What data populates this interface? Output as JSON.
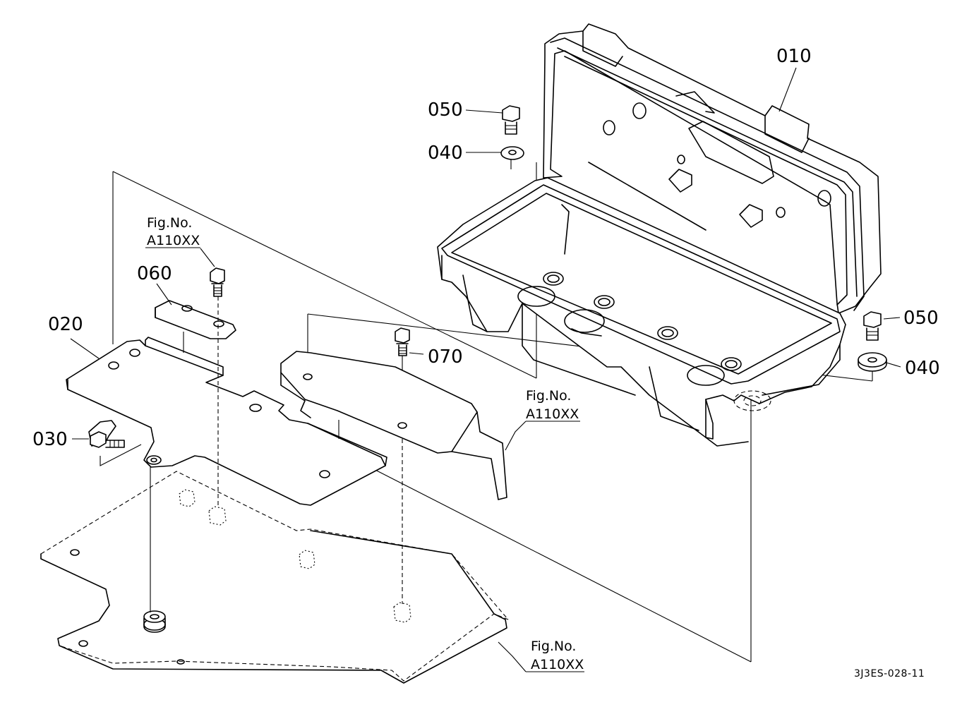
{
  "parts": {
    "p010": "010",
    "p020": "020",
    "p030": "030",
    "p040_left": "040",
    "p040_right": "040",
    "p050_left": "050",
    "p050_right": "050",
    "p060": "060",
    "p070": "070"
  },
  "references": {
    "ref1": {
      "line1": "Fig.No.",
      "line2": "A110XX"
    },
    "ref2": {
      "line1": "Fig.No.",
      "line2": "A110XX"
    },
    "ref3": {
      "line1": "Fig.No.",
      "line2": "A110XX"
    }
  },
  "drawing_code": "3J3ES-028-11"
}
